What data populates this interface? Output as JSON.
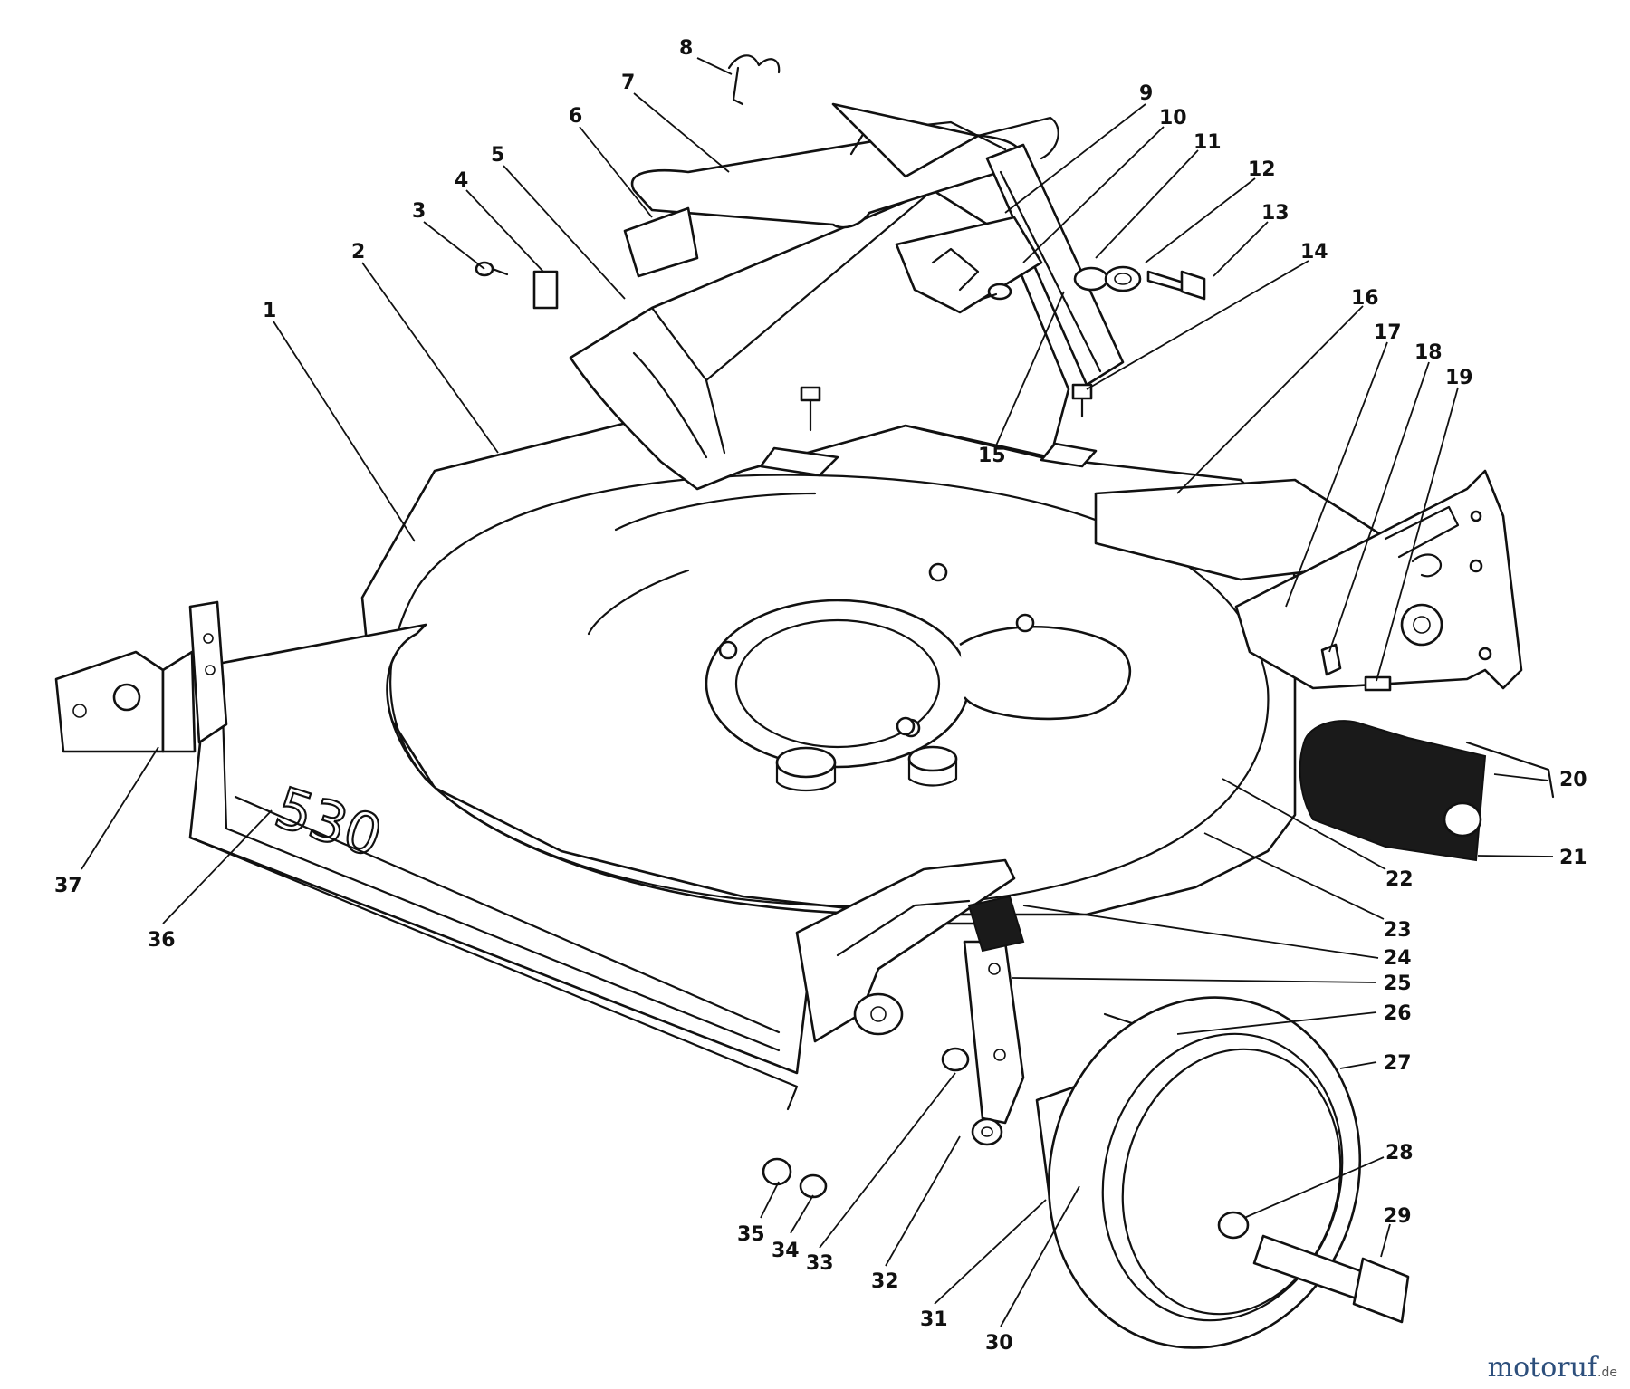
{
  "deck_model_text": "530",
  "watermark": {
    "name": "motoruf",
    "tld": ".de",
    "color": "#2d4f7c"
  },
  "callouts": [
    {
      "num": "1"
    },
    {
      "num": "2"
    },
    {
      "num": "3"
    },
    {
      "num": "4"
    },
    {
      "num": "5"
    },
    {
      "num": "6"
    },
    {
      "num": "7"
    },
    {
      "num": "8"
    },
    {
      "num": "9"
    },
    {
      "num": "10"
    },
    {
      "num": "11"
    },
    {
      "num": "12"
    },
    {
      "num": "13"
    },
    {
      "num": "14"
    },
    {
      "num": "15"
    },
    {
      "num": "16"
    },
    {
      "num": "17"
    },
    {
      "num": "18"
    },
    {
      "num": "19"
    },
    {
      "num": "20"
    },
    {
      "num": "21"
    },
    {
      "num": "22"
    },
    {
      "num": "23"
    },
    {
      "num": "24"
    },
    {
      "num": "25"
    },
    {
      "num": "26"
    },
    {
      "num": "27"
    },
    {
      "num": "28"
    },
    {
      "num": "29"
    },
    {
      "num": "30"
    },
    {
      "num": "31"
    },
    {
      "num": "32"
    },
    {
      "num": "33"
    },
    {
      "num": "34"
    },
    {
      "num": "35"
    },
    {
      "num": "36"
    },
    {
      "num": "37"
    }
  ]
}
